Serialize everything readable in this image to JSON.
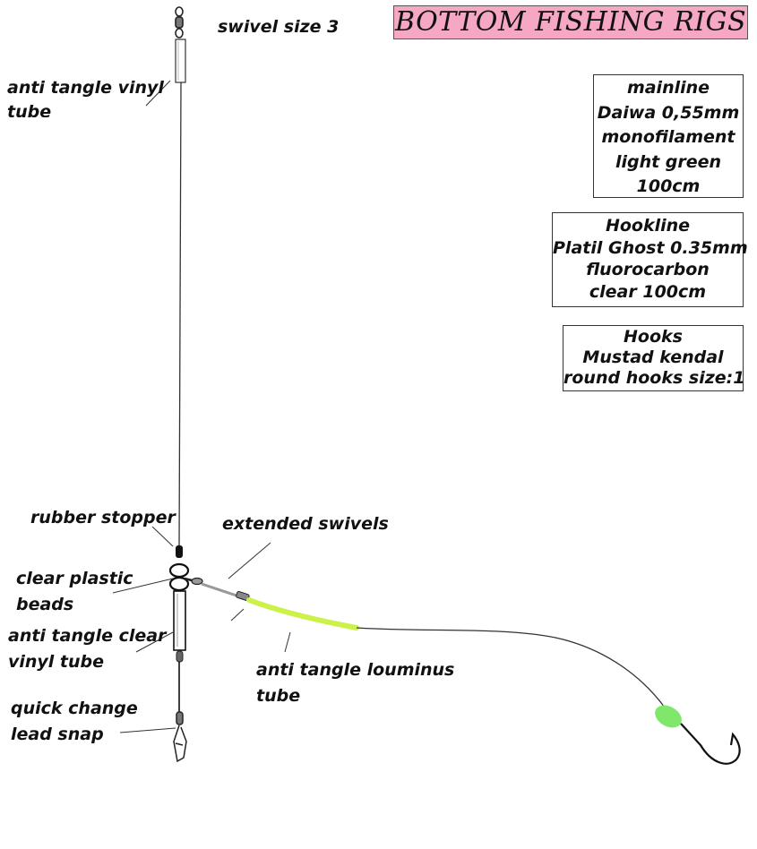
{
  "title": "BOTTOM FISHING RIGS",
  "colors": {
    "title_bg": "#f5a7c4",
    "luminous_tube": "#ccf24a",
    "luminous_bead": "#7fe86a",
    "line": "#333333"
  },
  "labels": {
    "swivel_size": "swivel size 3",
    "anti_tangle_vinyl_1": "anti tangle vinyl",
    "anti_tangle_vinyl_2": "tube",
    "rubber_stopper": "rubber stopper",
    "extended_swivels": "extended swivels",
    "clear_plastic_1": "clear plastic",
    "clear_plastic_2": "beads",
    "clear_tube_1": "anti tangle clear",
    "clear_tube_2": "vinyl tube",
    "louminus_1": "anti tangle louminus",
    "louminus_2": "tube",
    "lead_snap_1": "quick change",
    "lead_snap_2": "lead snap"
  },
  "spec_boxes": {
    "mainline": [
      "mainline",
      "Daiwa 0,55mm",
      "monofilament",
      "light green",
      "100cm"
    ],
    "hookline": [
      "Hookline",
      "Platil Ghost 0.35mm",
      "fluorocarbon",
      "clear 100cm"
    ],
    "hooks": [
      "Hooks",
      "Mustad kendal",
      "round hooks size:1"
    ]
  }
}
